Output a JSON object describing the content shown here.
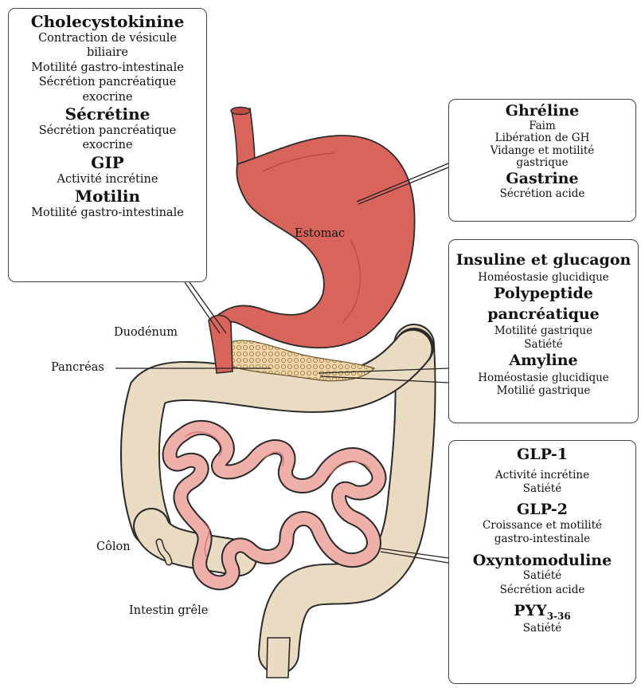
{
  "organ_labels": {
    "estomac": "Estomac",
    "duodenum": "Duodénum",
    "pancreas": "Pancréas",
    "colon": "Côlon",
    "intestin_grele": "Intestin grêle"
  },
  "boxes": {
    "duodenal": {
      "h1": "Cholecystokinine",
      "h1_l1": "Contraction de vésicule",
      "h1_l2": "biliaire",
      "h1_l3": "Motilité gastro-intestinale",
      "h1_l4": "Sécrétion pancréatique",
      "h1_l5": "exocrine",
      "h2": "Sécrétine",
      "h2_l1": "Sécrétion pancréatique",
      "h2_l2": "exocrine",
      "h3": "GIP",
      "h3_l1": "Activité incrétine",
      "h4": "Motilin",
      "h4_l1": "Motilité gastro-intestinale"
    },
    "gastric": {
      "h1": "Ghréline",
      "h1_l1": "Faim",
      "h1_l2": "Libération de GH",
      "h1_l3": "Vidange et motilité",
      "h1_l4": "gastrique",
      "h2": "Gastrine",
      "h2_l1": "Sécrétion acide"
    },
    "pancreatic": {
      "h1": "Insuline et glucagon",
      "h1_l1": "Homéostasie glucidique",
      "h2a": "Polypeptide",
      "h2b": "pancréatique",
      "h2_l1": "Motilité gastrique",
      "h2_l2": "Satiété",
      "h3": "Amyline",
      "h3_l1": "Homéostasie glucidique",
      "h3_l2": "Motilié gastrique"
    },
    "intestinal": {
      "h1": "GLP-1",
      "h1_l1": "Activité incrétine",
      "h1_l2": "Satiété",
      "h2": "GLP-2",
      "h2_l1": "Croissance et motilité",
      "h2_l2": "gastro-intestinale",
      "h3": "Oxyntomoduline",
      "h3_l1": "Satiété",
      "h3_l2": "Sécrétion acide",
      "h4": "PYY",
      "h4_sub": "3-36",
      "h4_l1": "Satiété"
    }
  },
  "colors": {
    "stomach": "#d9645c",
    "colon": "#eadcc2",
    "small_intestine": "#f0b0aa",
    "pancreas": "#f0d6a6",
    "outline": "#2a2a2a"
  }
}
